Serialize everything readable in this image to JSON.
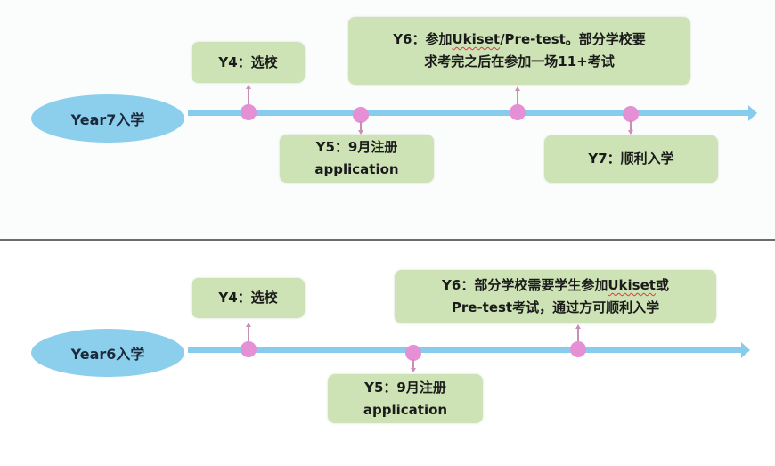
{
  "diagrams": [
    {
      "id": "year7",
      "start_label": "Year7入学",
      "events": [
        {
          "label_lines": [
            "Y4：选校"
          ],
          "position": "above"
        },
        {
          "label_lines": [
            "Y5：9月注册",
            "application"
          ],
          "position": "below"
        },
        {
          "label_lines": [
            "Y6：参加Ukiset/Pre-test。部分学校要",
            "求考完之后在参加一场11+考试"
          ],
          "position": "above"
        },
        {
          "label_lines": [
            "Y7：顺利入学"
          ],
          "position": "below"
        }
      ]
    },
    {
      "id": "year6",
      "start_label": "Year6入学",
      "events": [
        {
          "label_lines": [
            "Y4：选校"
          ],
          "position": "above"
        },
        {
          "label_lines": [
            "Y5：9月注册",
            "application"
          ],
          "position": "below"
        },
        {
          "label_lines": [
            "Y6：部分学校需要学生参加Ukiset或",
            "Pre-test考试，通过方可顺利入学"
          ],
          "position": "above"
        }
      ]
    }
  ],
  "colors": {
    "ellipse": "#8ccfec",
    "timeline": "#87ccec",
    "marker": "#e58fd5",
    "box": "#cde3b5",
    "divider": "#6b6b6b"
  }
}
